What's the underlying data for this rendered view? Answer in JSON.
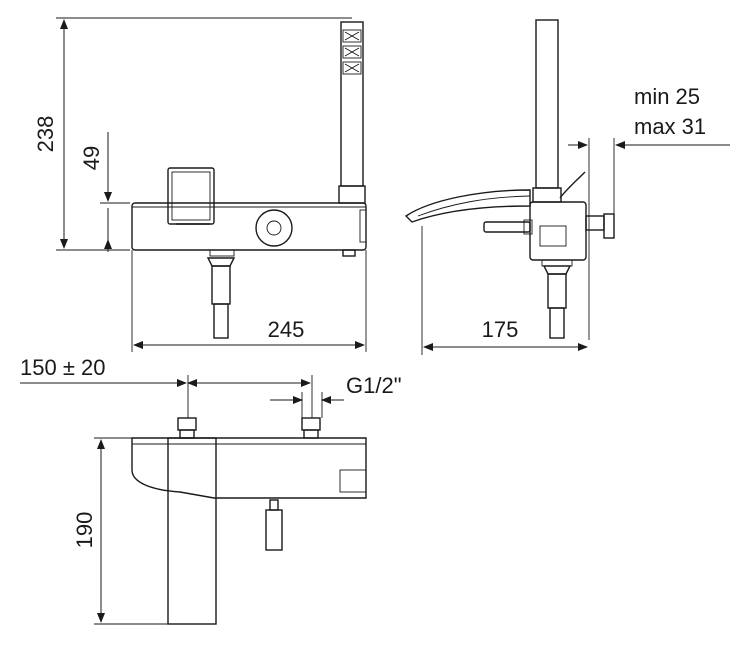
{
  "dimensions": {
    "height_total": "238",
    "height_body": "49",
    "width_front": "245",
    "depth_side": "175",
    "wall_distance_min": "min 25",
    "wall_distance_max": "max 31",
    "center_distance": "150 ± 20",
    "connection_thread": "G1/2\"",
    "height_top_view": "190"
  }
}
